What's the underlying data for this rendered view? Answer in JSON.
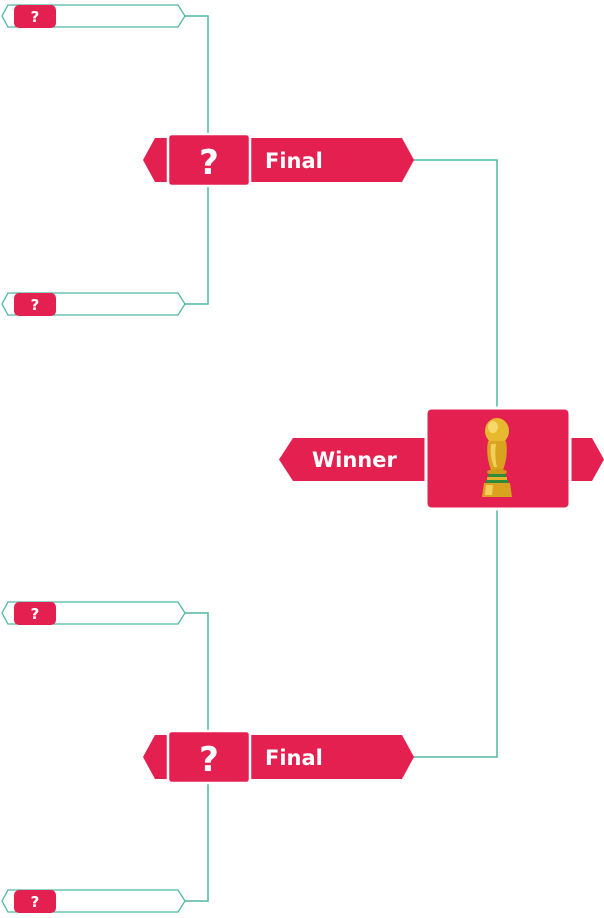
{
  "colors": {
    "accent": "#e3204f",
    "line": "#4fb8a3",
    "white": "#ffffff"
  },
  "slots": [
    {
      "name": "slot-1",
      "text": "?"
    },
    {
      "name": "slot-2",
      "text": "?"
    },
    {
      "name": "slot-3",
      "text": "?"
    },
    {
      "name": "slot-4",
      "text": "?"
    }
  ],
  "finals": [
    {
      "label": "Final",
      "placeholder": "?"
    },
    {
      "label": "Final",
      "placeholder": "?"
    }
  ],
  "winner": {
    "label": "Winner",
    "icon": "trophy-icon"
  }
}
